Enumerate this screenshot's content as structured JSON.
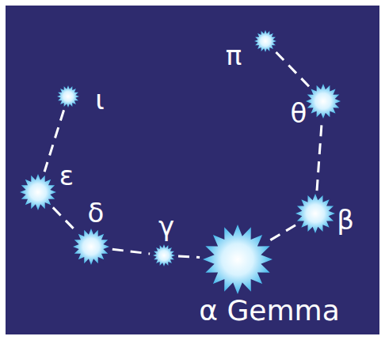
{
  "diagram": {
    "nodes": [
      {
        "text": [
          "ι"
        ]
      },
      {
        "text": [
          "ε"
        ]
      },
      {
        "text": [
          "δ"
        ]
      },
      {
        "text": [
          "γ"
        ]
      },
      {
        "text": [
          "α Gemma"
        ]
      },
      {
        "text": [
          "β"
        ]
      },
      {
        "text": [
          "θ"
        ]
      },
      {
        "text": [
          "π"
        ]
      }
    ],
    "edges": [
      {
        "from": 0,
        "to": 1,
        "arrow": "none"
      },
      {
        "from": 1,
        "to": 2,
        "arrow": "none"
      },
      {
        "from": 2,
        "to": 3,
        "arrow": "none"
      },
      {
        "from": 3,
        "to": 4,
        "arrow": "none"
      },
      {
        "from": 4,
        "to": 5,
        "arrow": "none"
      },
      {
        "from": 5,
        "to": 6,
        "arrow": "none"
      },
      {
        "from": 6,
        "to": 7,
        "arrow": "none"
      }
    ]
  }
}
